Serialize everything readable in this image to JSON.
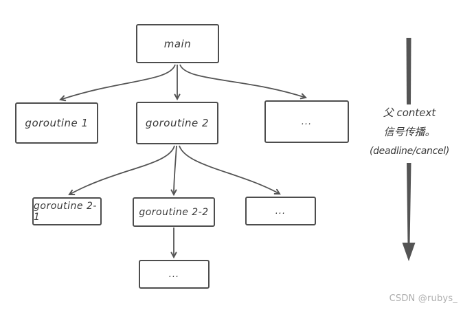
{
  "diagram": {
    "nodes": {
      "main": {
        "label": "main"
      },
      "g1": {
        "label": "goroutine 1"
      },
      "g2": {
        "label": "goroutine 2"
      },
      "dots1": {
        "label": "..."
      },
      "g21": {
        "label": "goroutine 2-1"
      },
      "g22": {
        "label": "goroutine 2-2"
      },
      "dots2": {
        "label": "..."
      },
      "dots3": {
        "label": "..."
      }
    },
    "edges": [
      {
        "from": "main",
        "to": "goroutine 1"
      },
      {
        "from": "main",
        "to": "goroutine 2"
      },
      {
        "from": "main",
        "to": "..."
      },
      {
        "from": "goroutine 2",
        "to": "goroutine 2-1"
      },
      {
        "from": "goroutine 2",
        "to": "goroutine 2-2"
      },
      {
        "from": "goroutine 2",
        "to": "..."
      },
      {
        "from": "goroutine 2-2",
        "to": "..."
      }
    ],
    "side_note": {
      "line1": "父 context",
      "line2": "信号传播。",
      "line3": "(deadline/cancel)"
    },
    "colors": {
      "stroke": "#4d4d4d",
      "arrow": "#545454",
      "text": "#383838",
      "watermark": "#adadad",
      "background": "#ffffff"
    }
  },
  "watermark": {
    "text": "CSDN @rubys_"
  }
}
